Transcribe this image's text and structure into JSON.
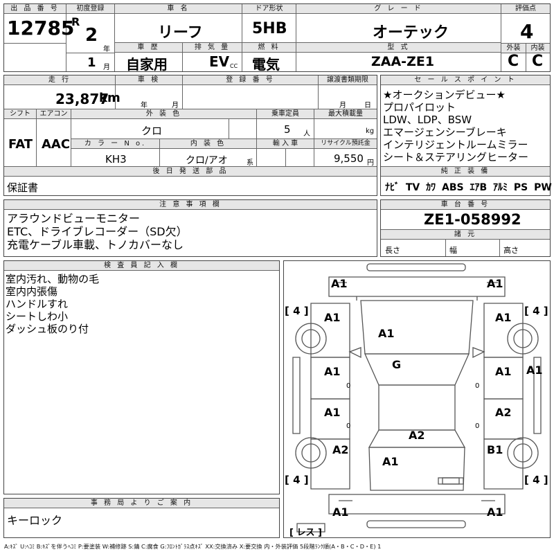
{
  "header": {
    "lot_label": "出 品 番 号",
    "lot_number": "12785",
    "first_reg_label": "初度登録",
    "era": "R",
    "reg_year": "2",
    "year_unit": "年",
    "reg_month": "1",
    "month_unit": "月",
    "car_name_label": "車 名",
    "car_name": "リーフ",
    "door_label": "ドア形状",
    "door": "5HB",
    "grade_label": "グ レ ー ド",
    "grade": "オーテック",
    "score_label": "評価点",
    "score": "4",
    "history_label": "車 歴",
    "history": "自家用",
    "displacement_label": "排 気 量",
    "displacement": "EV",
    "displacement_unit": "CC",
    "fuel_label": "燃 料",
    "fuel": "電気",
    "model_label": "型 式",
    "model": "ZAA-ZE1",
    "exterior_label": "外装",
    "exterior": "C",
    "interior_label": "内装",
    "interior": "C"
  },
  "row2": {
    "mileage_label": "走 行",
    "mileage": "23,877",
    "mileage_unit": "km",
    "inspection_label": "車 検",
    "inspection_year_unit": "年",
    "inspection_month_unit": "月",
    "reg_no_label": "登 録 番 号",
    "transfer_label": "譲渡書類期限",
    "transfer_month_unit": "月",
    "transfer_day_unit": "日",
    "shift_label": "シフト",
    "shift": "FAT",
    "ac_label": "エアコン",
    "ac": "AAC",
    "ext_color_label": "外 装 色",
    "ext_color": "クロ",
    "capacity_label": "乗車定員",
    "capacity": "5",
    "capacity_unit": "人",
    "max_load_label": "最大積載量",
    "max_load_unit": "kg",
    "color_no_label": "カ ラ ー N o.",
    "color_no": "KH3",
    "int_color_label": "内 装 色",
    "int_color": "クロ/アオ",
    "int_color_unit": "系",
    "import_label": "輸 入 車",
    "recycle_label": "リサイクル預託金",
    "recycle": "9,550",
    "recycle_unit": "円",
    "later_parts_label": "後 日 発 送 部 品",
    "later_parts": "保証書"
  },
  "sales_points": {
    "label": "セ ー ル ス ポ イ ン ト",
    "lines": [
      "★オークションデビュー★",
      "プロパイロット",
      "LDW、LDP、BSW",
      "エマージェンシーブレーキ",
      "インテリジェントルームミラー",
      "シート＆ステアリングヒーター"
    ]
  },
  "equipment": {
    "label": "純 正 装 備",
    "items": [
      "ﾅﾋﾞ",
      "TV",
      "ｶﾜ",
      "ABS",
      "ｴｱB",
      "ｱﾙﾐ",
      "PS",
      "PW"
    ]
  },
  "notes": {
    "label": "注 意 事 項 欄",
    "lines": [
      "アラウンドビューモニター",
      "ETC、ドライブレコーダー（SD欠）",
      "充電ケーブル車載、トノカバーなし"
    ]
  },
  "chassis": {
    "label": "車 台 番 号",
    "value": "ZE1-058992",
    "spec_label": "諸 元",
    "length_label": "長さ",
    "width_label": "幅",
    "height_label": "高さ"
  },
  "inspector": {
    "label": "検 査 員 記 入 欄",
    "lines": [
      "室内汚れ、動物の毛",
      "室内内張傷",
      "ハンドルすれ",
      "シートしわ小",
      "ダッシュ板のり付"
    ]
  },
  "office": {
    "label": "事 務 局 よ り ご 案 内",
    "text": "キーロック"
  },
  "diagram": {
    "marks": [
      "A1",
      "A1",
      "A1",
      "A1",
      "A1",
      "G",
      "A1",
      "A1",
      "A1",
      "A1",
      "A2",
      "A2",
      "A2",
      "B1",
      "A1",
      "A1",
      "A1",
      "A1"
    ],
    "tires": [
      "[ 4 ]",
      "[ 4 ]",
      "[ 4 ]",
      "[ 4 ]"
    ],
    "tread_marks": [
      "0",
      "0",
      "0",
      "0"
    ],
    "res": "[ レス ]"
  },
  "legend": "A:ｷｽﾞ U:ﾍｺﾐ B:ｷｽﾞを伴うﾍｺﾐ P:要塗装 W:補修跡 S:錆 C:腐食 G:ﾌﾛﾝﾄｶﾞﾗｽ点ｷｽﾞ XX:交換済み X:要交換 内・外装評価 5段階ﾗﾝｸ順(A・B・C・D・E) 1"
}
